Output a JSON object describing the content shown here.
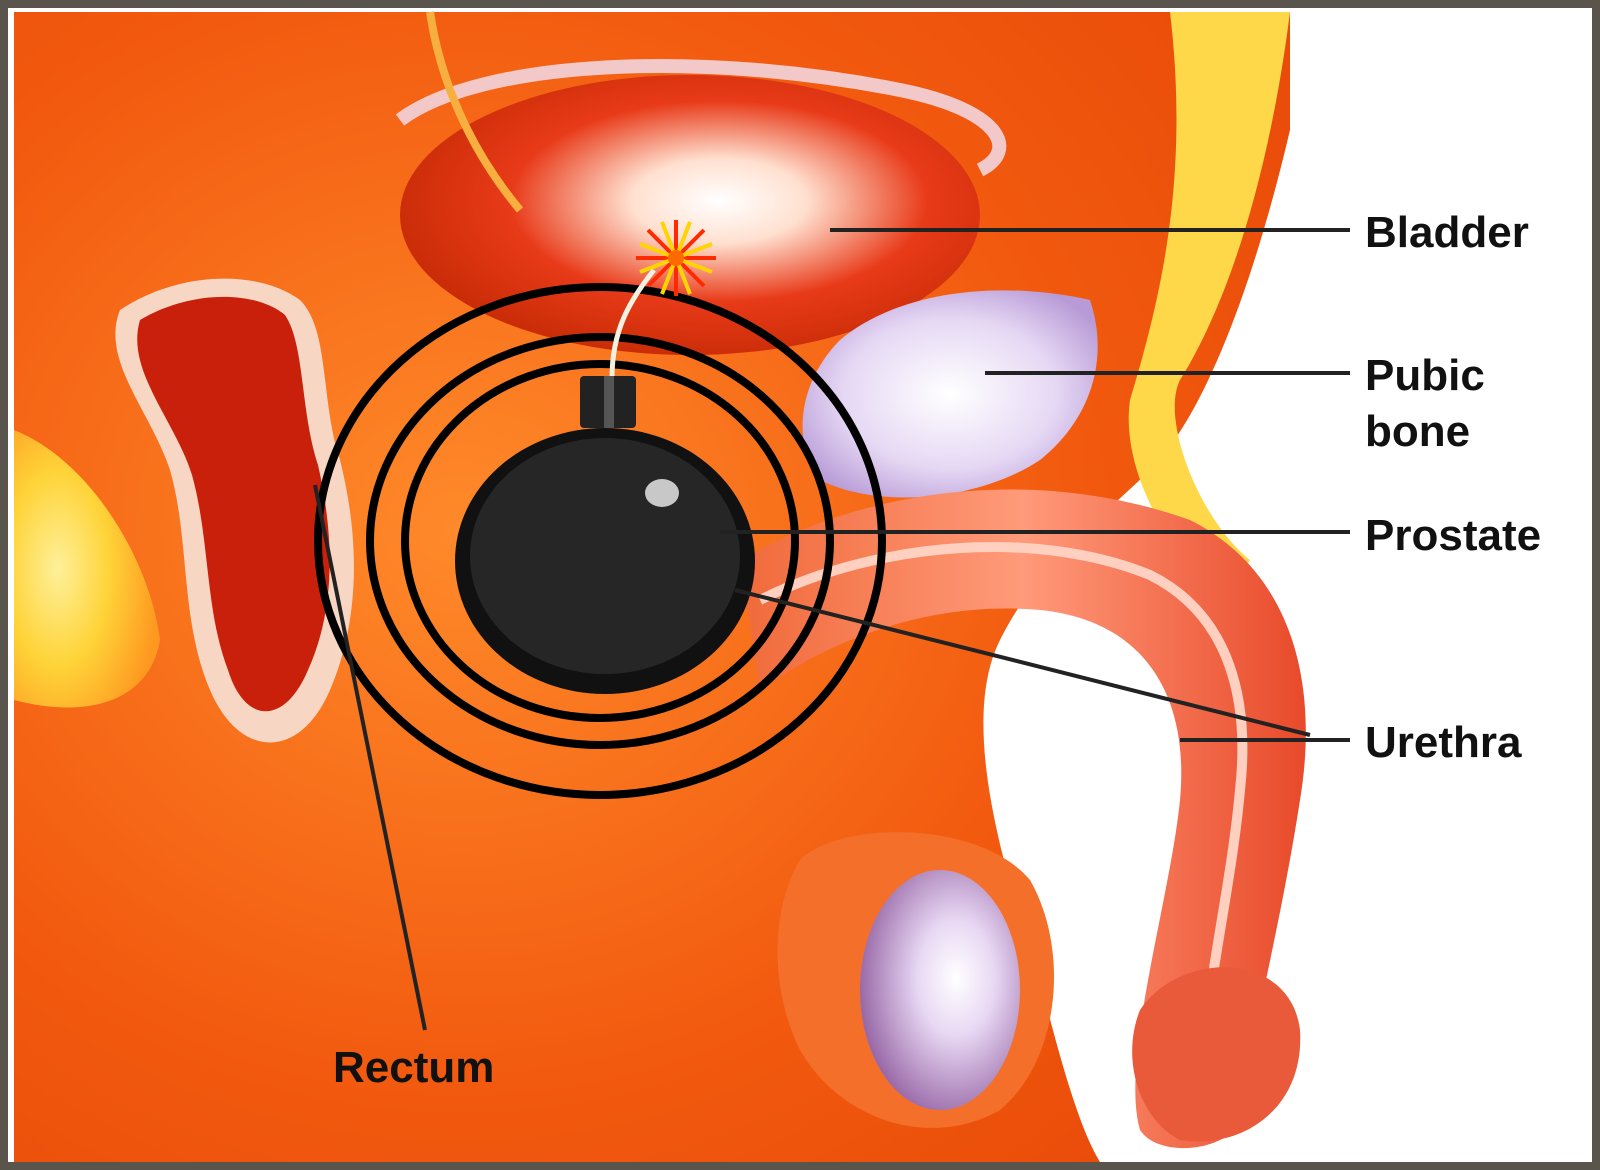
{
  "labels": {
    "bladder": "Bladder",
    "pubic_bone_line1": "Pubic",
    "pubic_bone_line2": "bone",
    "prostate": "Prostate",
    "urethra": "Urethra",
    "rectum": "Rectum"
  },
  "colors": {
    "frame": "#5a554c",
    "tissue_orange": "#f05a10",
    "tissue_dark": "#c52a05",
    "highlight_yellow": "#ffe14a",
    "bone_lavender": "#d8c8ee",
    "bomb": "#1f1f1f",
    "leader_line": "#222222"
  },
  "overlay": {
    "icon": "bomb-icon",
    "fuse_spark": "spark-icon",
    "ring_count": 3
  }
}
